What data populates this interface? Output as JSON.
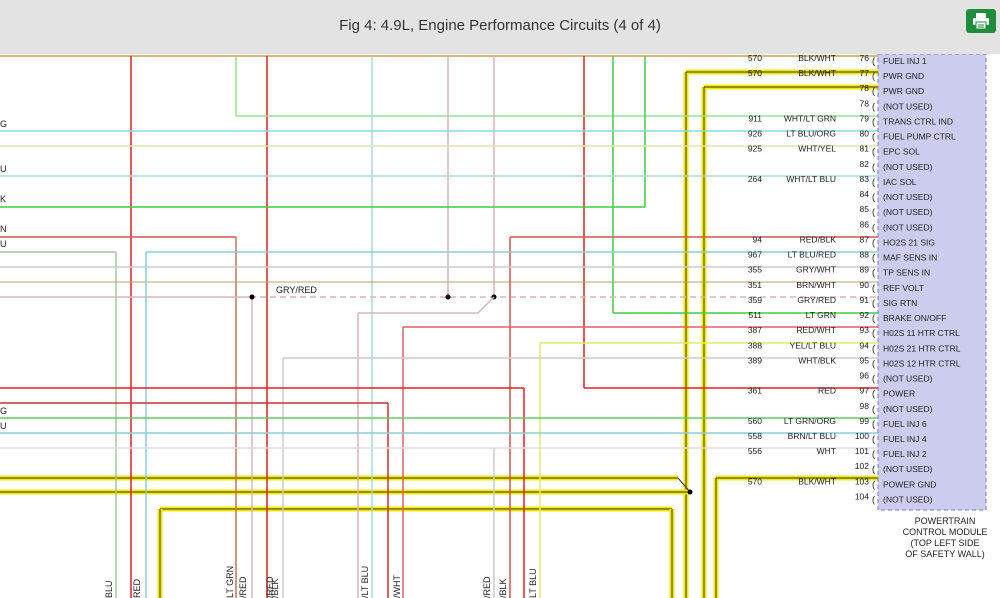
{
  "header": {
    "title": "Fig 4: 4.9L, Engine Performance Circuits (4 of 4)",
    "print_icon": "printer-icon"
  },
  "module": {
    "name_lines": [
      "POWERTRAIN",
      "CONTROL MODULE",
      "(TOP LEFT SIDE",
      "OF SAFETY WALL)"
    ]
  },
  "pins": [
    {
      "pin": "76",
      "circuit": "570",
      "wire": "BLK/WHT",
      "function": "FUEL INJ 1",
      "color": "#f5e800"
    },
    {
      "pin": "77",
      "circuit": "570",
      "wire": "BLK/WHT",
      "function": "PWR GND",
      "color": "#f5e800"
    },
    {
      "pin": "78",
      "circuit": "",
      "wire": "",
      "function": "PWR GND",
      "color": "#f5e800"
    },
    {
      "pin": "78",
      "circuit": "",
      "wire": "",
      "function": "(NOT USED)",
      "color": ""
    },
    {
      "pin": "79",
      "circuit": "911",
      "wire": "WHT/LT GRN",
      "function": "TRANS CTRL IND",
      "color": "#99dd99"
    },
    {
      "pin": "80",
      "circuit": "926",
      "wire": "LT BLU/ORG",
      "function": "FUEL PUMP CTRL",
      "color": "#88d8dd"
    },
    {
      "pin": "81",
      "circuit": "925",
      "wire": "WHT/YEL",
      "function": "EPC SOL",
      "color": "#e0e3b0"
    },
    {
      "pin": "82",
      "circuit": "",
      "wire": "",
      "function": "(NOT USED)",
      "color": ""
    },
    {
      "pin": "83",
      "circuit": "264",
      "wire": "WHT/LT BLU",
      "function": "IAC SOL",
      "color": "#a9d9dd"
    },
    {
      "pin": "84",
      "circuit": "",
      "wire": "",
      "function": "(NOT USED)",
      "color": ""
    },
    {
      "pin": "85",
      "circuit": "",
      "wire": "",
      "function": "(NOT USED)",
      "color": ""
    },
    {
      "pin": "86",
      "circuit": "",
      "wire": "",
      "function": "(NOT USED)",
      "color": ""
    },
    {
      "pin": "87",
      "circuit": "94",
      "wire": "RED/BLK",
      "function": "HO2S 21 SIG",
      "color": "#d9534f"
    },
    {
      "pin": "88",
      "circuit": "967",
      "wire": "LT BLU/RED",
      "function": "MAF SENS IN",
      "color": "#8ccfd6"
    },
    {
      "pin": "89",
      "circuit": "355",
      "wire": "GRY/WHT",
      "function": "TP SENS IN",
      "color": "#cccccc"
    },
    {
      "pin": "90",
      "circuit": "351",
      "wire": "BRN/WHT",
      "function": "REF VOLT",
      "color": "#c8b89a"
    },
    {
      "pin": "91",
      "circuit": "359",
      "wire": "GRY/RED",
      "function": "SIG RTN",
      "color": "#d8b5b5"
    },
    {
      "pin": "92",
      "circuit": "511",
      "wire": "LT GRN",
      "function": "BRAKE ON/OFF",
      "color": "#44cc44"
    },
    {
      "pin": "93",
      "circuit": "387",
      "wire": "RED/WHT",
      "function": "H02S 11 HTR CTRL",
      "color": "#e06060"
    },
    {
      "pin": "94",
      "circuit": "388",
      "wire": "YEL/LT BLU",
      "function": "H02S 21 HTR CTRL",
      "color": "#d8ef6a"
    },
    {
      "pin": "95",
      "circuit": "389",
      "wire": "WHT/BLK",
      "function": "H02S 12 HTR CTRL",
      "color": "#cccccc"
    },
    {
      "pin": "96",
      "circuit": "",
      "wire": "",
      "function": "(NOT USED)",
      "color": ""
    },
    {
      "pin": "97",
      "circuit": "361",
      "wire": "RED",
      "function": "POWER",
      "color": "#dd2222"
    },
    {
      "pin": "98",
      "circuit": "",
      "wire": "",
      "function": "(NOT USED)",
      "color": ""
    },
    {
      "pin": "99",
      "circuit": "560",
      "wire": "LT GRN/ORG",
      "function": "FUEL INJ 6",
      "color": "#66cc66"
    },
    {
      "pin": "100",
      "circuit": "558",
      "wire": "BRN/LT BLU",
      "function": "FUEL INJ 4",
      "color": "#8ccfd6"
    },
    {
      "pin": "101",
      "circuit": "556",
      "wire": "WHT",
      "function": "FUEL INJ 2",
      "color": "#dddddd"
    },
    {
      "pin": "102",
      "circuit": "",
      "wire": "",
      "function": "(NOT USED)",
      "color": ""
    },
    {
      "pin": "103",
      "circuit": "570",
      "wire": "BLK/WHT",
      "function": "POWER GND",
      "color": "#f5e800"
    },
    {
      "pin": "104",
      "circuit": "",
      "wire": "",
      "function": "(NOT USED)",
      "color": ""
    }
  ],
  "left_labels": [
    {
      "text": "G",
      "color": "#88d8dd"
    },
    {
      "text": "U",
      "color": "#a9d9dd"
    },
    {
      "text": "K",
      "color": "#44cc44"
    },
    {
      "text": "N",
      "color": "#d9534f"
    },
    {
      "text": "U",
      "color": "#8ccfd6"
    },
    {
      "text": "G",
      "color": "#66cc66"
    },
    {
      "text": "U",
      "color": "#8ccfd6"
    }
  ],
  "mid_label": "GRY/RED",
  "bottom_labels": [
    "BLU",
    "RED",
    "LT GRN",
    "/RED",
    "/BLK",
    "/RED",
    "/LT BLU",
    "/WHT",
    "/RED",
    "/BLK",
    "LT BLU"
  ]
}
